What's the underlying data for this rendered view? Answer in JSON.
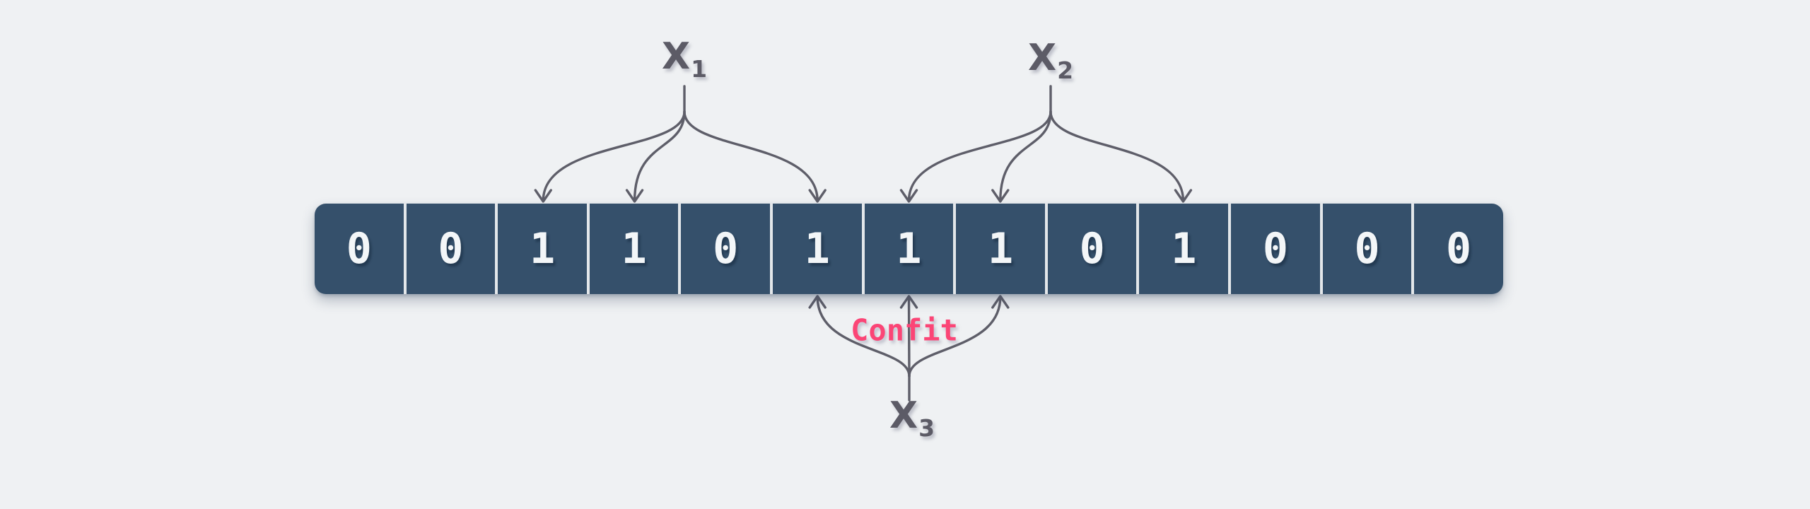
{
  "colors": {
    "background": "#eff1f3",
    "cell_fill": "#35506b",
    "cell_divider": "#e3e7ea",
    "digit": "#f3f6f8",
    "arrow": "#5e5e69",
    "label": "#5c5b66",
    "conflict": "#fb4576"
  },
  "bit_array": {
    "cells": [
      "0",
      "0",
      "1",
      "1",
      "0",
      "1",
      "1",
      "1",
      "0",
      "1",
      "0",
      "0",
      "0"
    ]
  },
  "variables": [
    {
      "id": "x1",
      "base": "X",
      "sub": "1",
      "position": "top",
      "cells": [
        2,
        3,
        5
      ]
    },
    {
      "id": "x2",
      "base": "X",
      "sub": "2",
      "position": "top",
      "cells": [
        6,
        7,
        9
      ]
    },
    {
      "id": "x3",
      "base": "X",
      "sub": "3",
      "position": "bottom",
      "cells": [
        5,
        6,
        7
      ]
    }
  ],
  "conflict_label": {
    "text": "Confit"
  }
}
